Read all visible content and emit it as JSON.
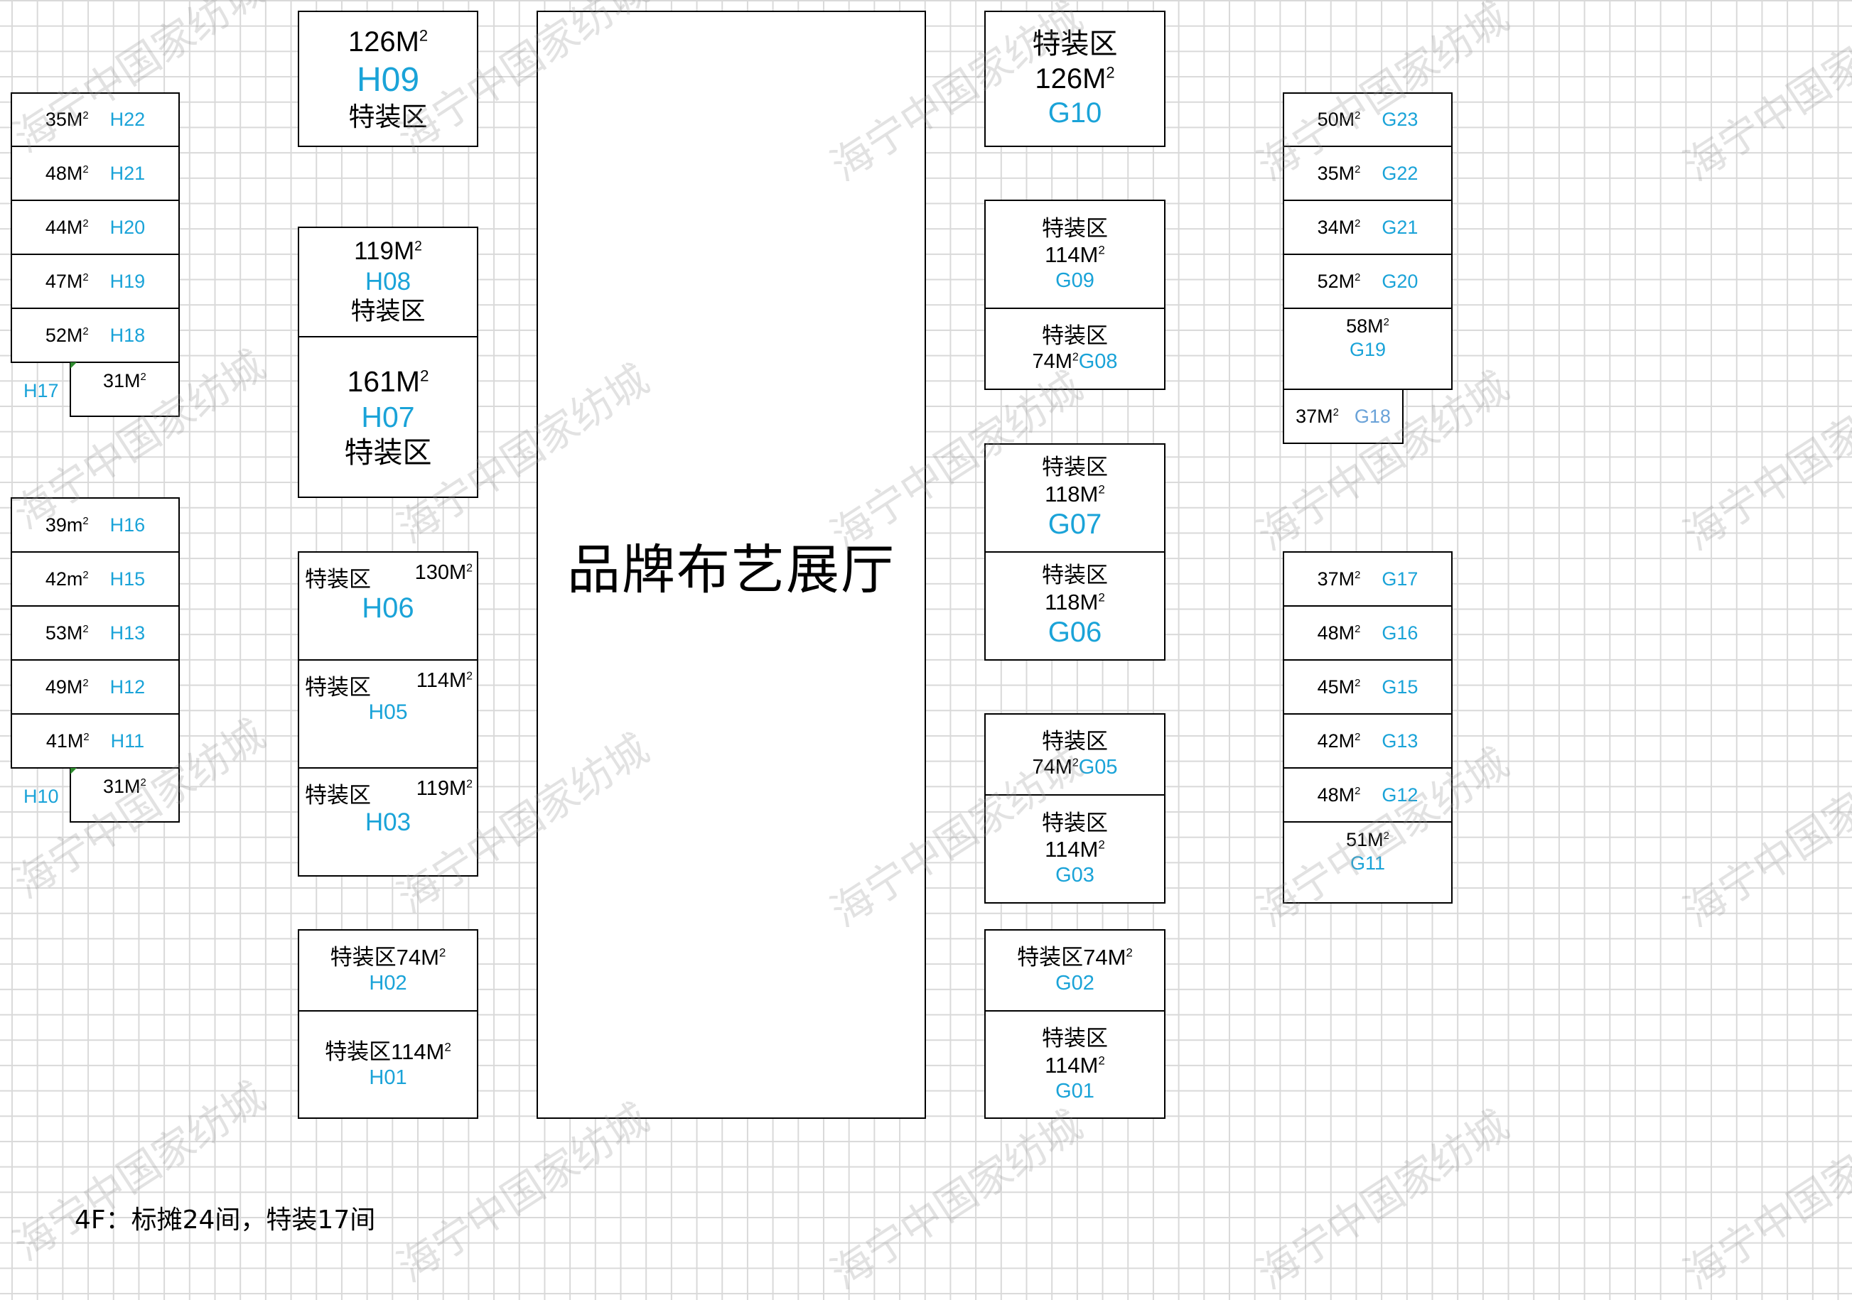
{
  "hall": {
    "label": "品牌布艺展厅"
  },
  "note": "4F：标摊24间，特装17间",
  "watermark": "海宁中国家纺城",
  "unit": "M",
  "unit_alt": "m",
  "h_col_a": [
    {
      "area": "35M",
      "id": "H22"
    },
    {
      "area": "48M",
      "id": "H21"
    },
    {
      "area": "44M",
      "id": "H20"
    },
    {
      "area": "47M",
      "id": "H19"
    },
    {
      "area": "52M",
      "id": "H18"
    }
  ],
  "h_col_b": [
    {
      "area": "39m",
      "id": "H16"
    },
    {
      "area": "42m",
      "id": "H15"
    },
    {
      "area": "53M",
      "id": "H13"
    },
    {
      "area": "49M",
      "id": "H12"
    },
    {
      "area": "41M",
      "id": "H11"
    }
  ],
  "h17": {
    "area": "31M",
    "id": "H17"
  },
  "h10": {
    "area": "31M",
    "id": "H10"
  },
  "special": "特装区",
  "h09": {
    "area": "126M",
    "id": "H09"
  },
  "h08": {
    "area": "119M",
    "id": "H08"
  },
  "h07": {
    "area": "161M",
    "id": "H07"
  },
  "h06": {
    "area": "130M",
    "id": "H06"
  },
  "h05": {
    "area": "114M",
    "id": "H05"
  },
  "h03": {
    "area": "119M",
    "id": "H03"
  },
  "h02": {
    "label": "特装区74M",
    "id": "H02"
  },
  "h01": {
    "label": "特装区114M",
    "id": "H01"
  },
  "g10": {
    "area": "126M",
    "id": "G10"
  },
  "g09": {
    "area": "114M",
    "id": "G09"
  },
  "g08": {
    "area": "74M",
    "id": "G08"
  },
  "g07": {
    "area": "118M",
    "id": "G07"
  },
  "g06": {
    "area": "118M",
    "id": "G06"
  },
  "g05": {
    "area": "74M",
    "id": "G05"
  },
  "g03": {
    "area": "114M",
    "id": "G03"
  },
  "g02": {
    "label": "特装区74M",
    "id": "G02"
  },
  "g01": {
    "area": "114M",
    "id": "G01"
  },
  "g_col_a": [
    {
      "area": "50M",
      "id": "G23"
    },
    {
      "area": "35M",
      "id": "G22"
    },
    {
      "area": "34M",
      "id": "G21"
    },
    {
      "area": "52M",
      "id": "G20"
    }
  ],
  "g19": {
    "area": "58M",
    "id": "G19"
  },
  "g18": {
    "area": "37M",
    "id": "G18"
  },
  "g_col_b": [
    {
      "area": "37M",
      "id": "G17"
    },
    {
      "area": "48M",
      "id": "G16"
    },
    {
      "area": "45M",
      "id": "G15"
    },
    {
      "area": "42M",
      "id": "G13"
    },
    {
      "area": "48M",
      "id": "G12"
    }
  ],
  "g11": {
    "area": "51M",
    "id": "G11"
  },
  "colors": {
    "booth_id": "#1aa3d8",
    "border": "#000000",
    "grid": "#d9d9d9"
  }
}
